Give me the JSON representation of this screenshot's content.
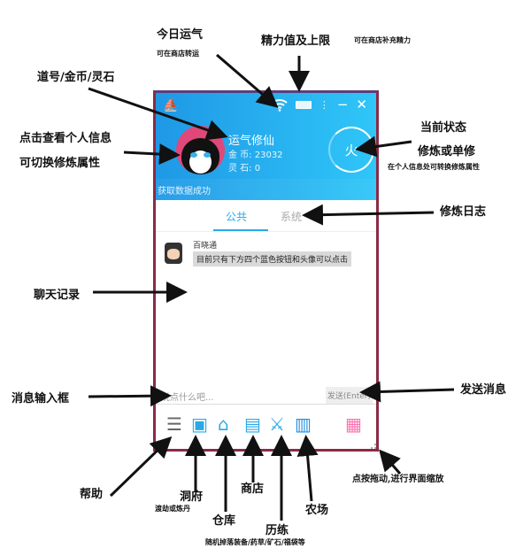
{
  "window": {
    "header": {
      "logo_icon": "boat-icon",
      "luck_icon": "wifi-icon",
      "energy_icon": "battery-icon",
      "more_icon": "more-vert-icon",
      "minimize_icon": "minimize-icon",
      "close_icon": "close-icon",
      "nickname": "运气修仙",
      "gold": "金 币: 23032",
      "stone": "灵 石: 0",
      "status": "火",
      "status_message": "获取数据成功"
    },
    "tabs": [
      {
        "label": "公共",
        "active": true
      },
      {
        "label": "系统",
        "active": false
      }
    ],
    "chat": [
      {
        "sender": "百晓通",
        "message": "目前只有下方四个蓝色按钮和头像可以点击"
      }
    ],
    "input": {
      "placeholder": "说点什么吧...",
      "send_label": "发送(Enter)"
    },
    "toolbar": [
      "menu-icon",
      "cave-icon",
      "home-icon",
      "shop-icon",
      "swords-icon",
      "farm-icon",
      "apps-icon"
    ],
    "colors": {
      "header_start": "#1f98e6",
      "header_end": "#2fc6f8",
      "accent": "#2aa9e8",
      "border": "#8a2b45",
      "apps": "#ff6fb0"
    }
  },
  "annotations": {
    "luck": "今日运气",
    "luck_sub": "可在商店转运",
    "energy": "精力值及上限",
    "energy_sub": "可在商店补充精力",
    "profile": "道号/金币/灵石",
    "avatar1": "点击查看个人信息",
    "avatar2": "可切换修炼属性",
    "state": "当前状态",
    "state2": "修炼或单修",
    "state_sub": "在个人信息处可转换修炼属性",
    "log": "修炼日志",
    "chat": "聊天记录",
    "input": "消息输入框",
    "send": "发送消息",
    "help": "帮助",
    "cave": "洞府",
    "cave_sub": "渡劫或炼丹",
    "storage": "仓库",
    "shop": "商店",
    "train": "历练",
    "train_sub": "随机掉落装备/药草/矿石/福袋等",
    "farm": "农场",
    "resize": "点按拖动,进行界面缩放"
  }
}
